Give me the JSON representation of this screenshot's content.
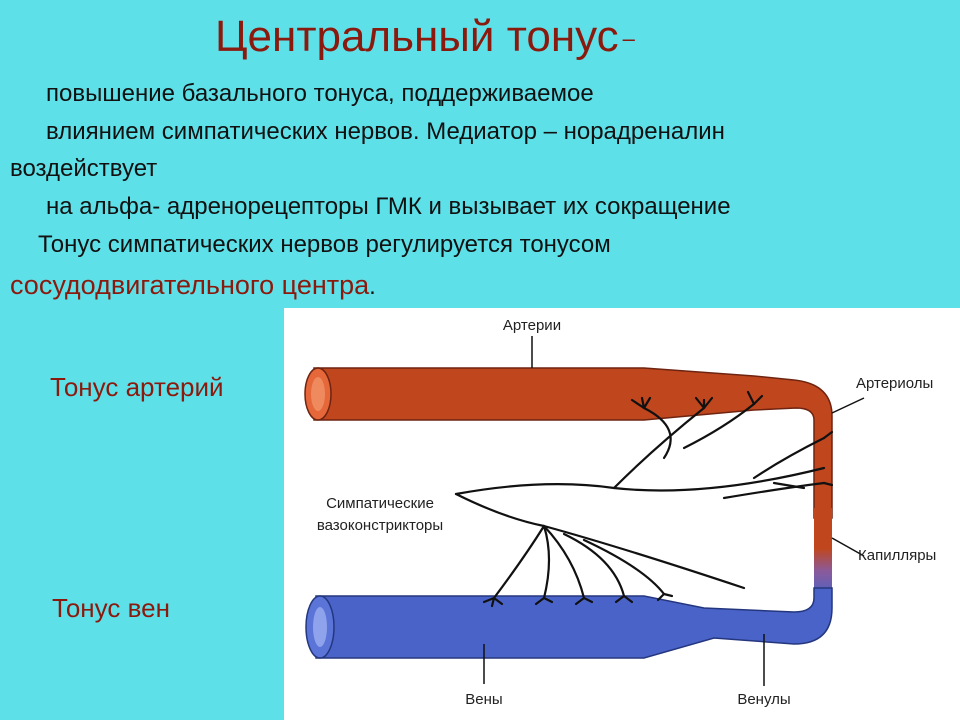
{
  "title": "Центральный тонус",
  "title_dash": "–",
  "lines": [
    "повышение базального тонуса, поддерживаемое",
    "влиянием симпатических нервов. Медиатор – норадреналин",
    "воздействует",
    "на альфа- адренорецепторы ГМК и вызывает их сокращение",
    "Тонус симпатических нервов регулируется тонусом"
  ],
  "accent_line": "сосудодвигательного центра",
  "accent_tail": ".",
  "side_labels": {
    "arteries_tone": "Тонус артерий",
    "veins_tone": "Тонус вен"
  },
  "diagram": {
    "labels": {
      "arteries": "Артерии",
      "arterioles": "Артериолы",
      "sympathetic_1": "Симпатические",
      "sympathetic_2": "вазоконстрикторы",
      "capillaries": "Капилляры",
      "veins": "Вены",
      "venules": "Венулы"
    },
    "colors": {
      "artery": "#c0461e",
      "artery_dark": "#8e2e10",
      "vein": "#4a63c8",
      "vein_dark": "#2c3f96",
      "nerve": "#111111"
    }
  }
}
